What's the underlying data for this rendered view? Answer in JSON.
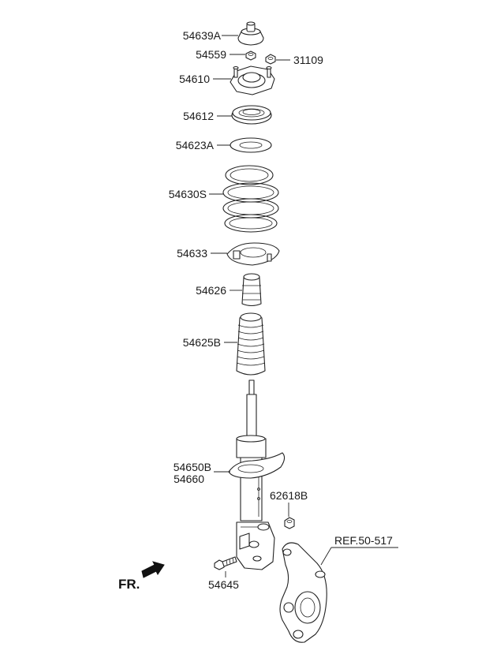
{
  "labels": {
    "p54639A": "54639A",
    "p54559": "54559",
    "p31109": "31109",
    "p54610": "54610",
    "p54612": "54612",
    "p54623A": "54623A",
    "p54630S": "54630S",
    "p54633": "54633",
    "p54626": "54626",
    "p54625B": "54625B",
    "p54650B": "54650B",
    "p54660": "54660",
    "p62618B": "62618B",
    "ref": "REF.50-517",
    "p54645": "54645"
  },
  "orientation": {
    "text": "FR.",
    "icon": "arrow-icon"
  }
}
